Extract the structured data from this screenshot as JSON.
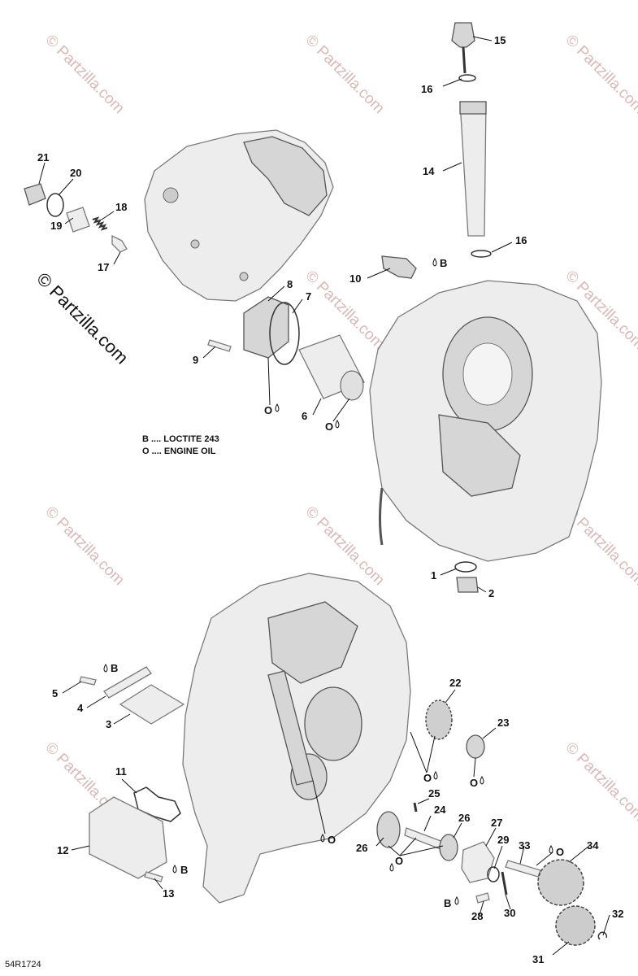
{
  "watermark": {
    "text": "© Partzilla.com",
    "color": "#d9b8b8"
  },
  "copyright": "© Partzilla.com",
  "legend": [
    {
      "symbol": "B",
      "text": "B .... LOCTITE 243"
    },
    {
      "symbol": "O",
      "text": "O .... ENGINE OIL"
    }
  ],
  "reference_code": "54R1724",
  "callouts": {
    "c1": "1",
    "c2": "2",
    "c3": "3",
    "c4": "4",
    "c5": "5",
    "c6": "6",
    "c7": "7",
    "c8": "8",
    "c9": "9",
    "c10": "10",
    "c11": "11",
    "c12": "12",
    "c13": "13",
    "c14": "14",
    "c15": "15",
    "c16a": "16",
    "c16b": "16",
    "c17": "17",
    "c18": "18",
    "c19": "19",
    "c20": "20",
    "c21": "21",
    "c22": "22",
    "c23": "23",
    "c24": "24",
    "c25": "25",
    "c26a": "26",
    "c26b": "26",
    "c27": "27",
    "c28": "28",
    "c29": "29",
    "c30": "30",
    "c31": "31",
    "c32": "32",
    "c33": "33",
    "c34": "34"
  },
  "material_marks": {
    "b10": "B",
    "b5": "B",
    "b13": "B",
    "b28": "B",
    "o6a": "O",
    "o6b": "O",
    "o22": "O",
    "o23": "O",
    "o26": "O",
    "o33": "O",
    "o_case": "O"
  }
}
